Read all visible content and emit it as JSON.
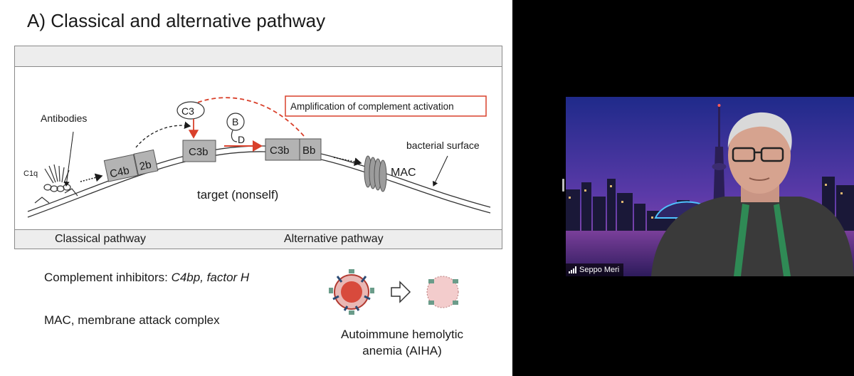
{
  "slide": {
    "title": "A) Classical and alternative pathway",
    "diagram": {
      "antibodies": "Antibodies",
      "c1q": "C1q",
      "c4b": "C4b",
      "c2b": "2b",
      "c3_circle": "C3",
      "c3b_first": "C3b",
      "factor_b": "B",
      "factor_d": "D",
      "c3b_second": "C3b",
      "bb": "Bb",
      "amplification": "Amplification of complement activation",
      "bacterial_surface": "bacterial surface",
      "mac": "MAC",
      "target": "target (nonself)",
      "classical_pathway": "Classical pathway",
      "alternative_pathway": "Alternative pathway"
    },
    "inhibitors_label": "Complement inhibitors: ",
    "inhibitors_list": "C4bp, factor H",
    "mac_definition": "MAC, membrane attack complex",
    "aiha_line1": "Autoimmune hemolytic",
    "aiha_line2": "anemia (AIHA)"
  },
  "video": {
    "participant_name": "Seppo Meri"
  },
  "colors": {
    "accent_red": "#d9402b",
    "panel_band": "#ededed",
    "component_box": "#b3b3b3"
  }
}
